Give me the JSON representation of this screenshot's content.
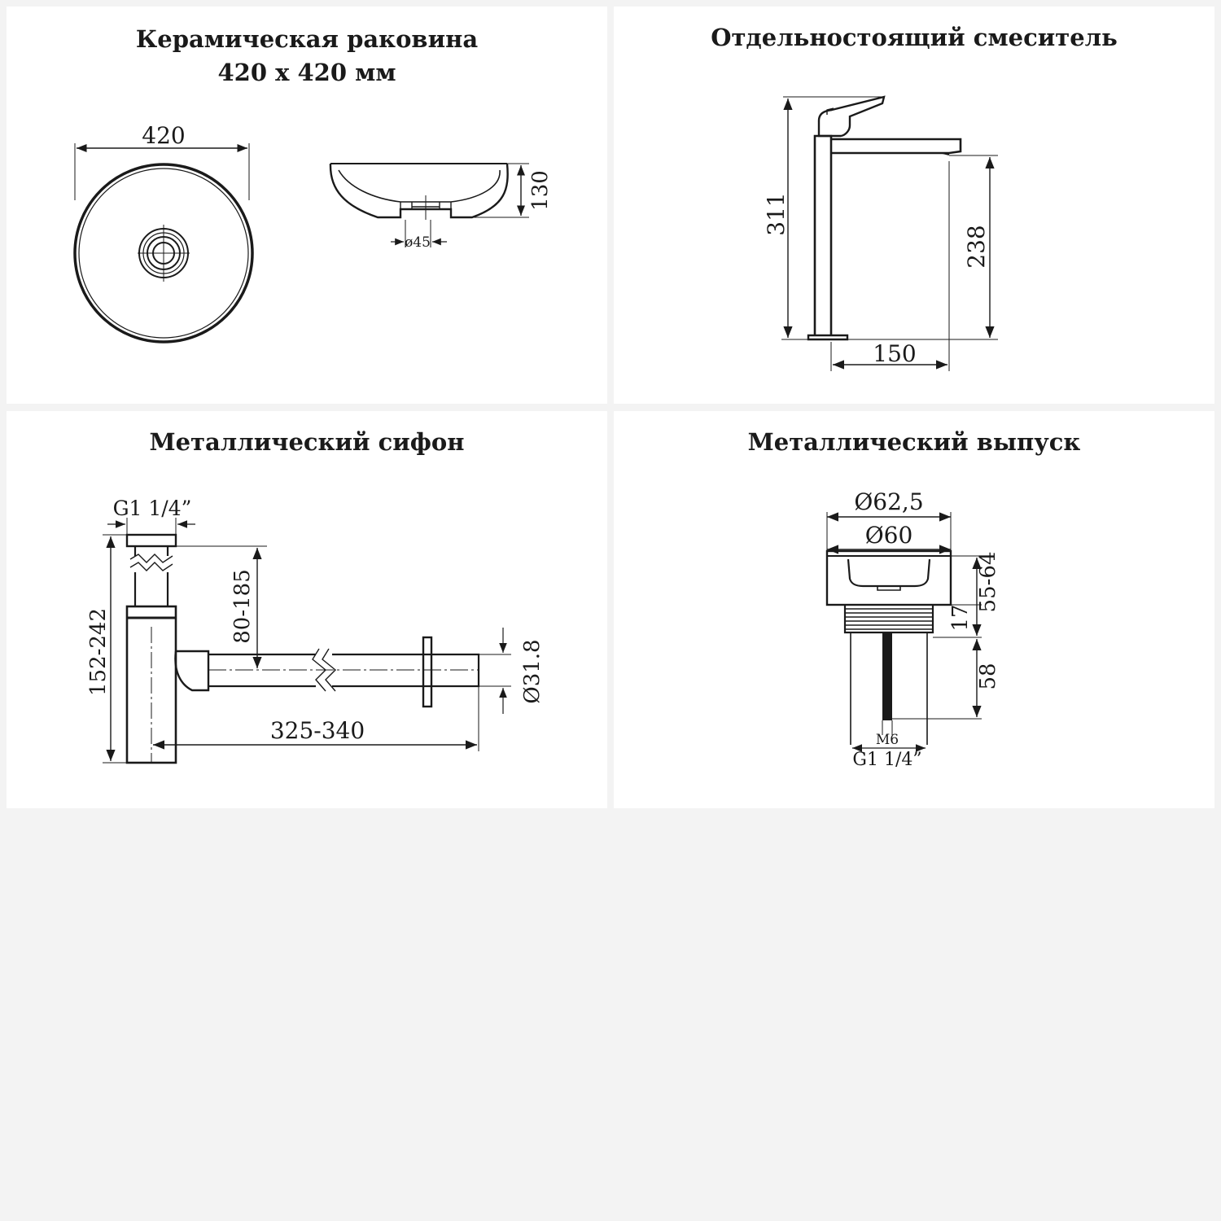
{
  "colors": {
    "background": "#f3f3f3",
    "panel": "#ffffff",
    "ink": "#1a1a1a"
  },
  "sink": {
    "title_line1": "Керамическая раковина",
    "title_line2": "420 x 420 мм",
    "dim_width": "420",
    "dim_height": "130",
    "dim_drain": "ø45"
  },
  "mixer": {
    "title": "Отдельностоящий смеситель",
    "dim_height": "311",
    "dim_spout_height": "238",
    "dim_reach": "150"
  },
  "siphon": {
    "title": "Металлический сифон",
    "dim_thread": "G1 1/4”",
    "dim_height": "152-242",
    "dim_offset": "80-185",
    "dim_length": "325-340",
    "dim_pipe": "Ø31.8"
  },
  "drain": {
    "title": "Металлический выпуск",
    "dim_outer": "Ø62,5",
    "dim_inner": "Ø60",
    "dim_height": "55-64",
    "dim_collar": "17",
    "dim_stem": "58",
    "dim_bolt": "M6",
    "dim_thread": "G1 1/4”"
  }
}
